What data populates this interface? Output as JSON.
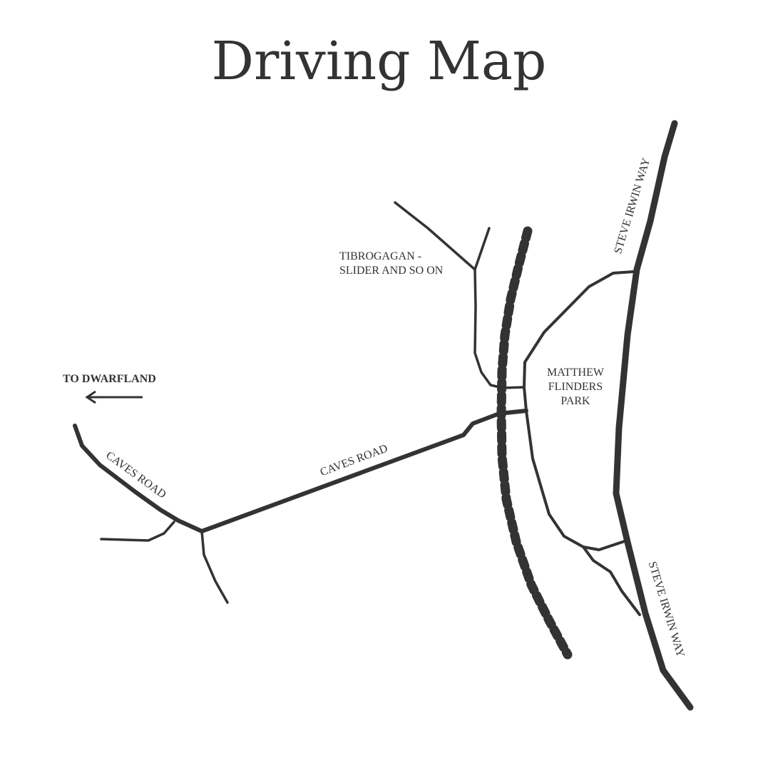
{
  "title": "Driving Map",
  "colors": {
    "ink": "#333333",
    "background": "#ffffff"
  },
  "labels": {
    "to_dwarfland": "TO DWARFLAND",
    "caves_road_west": "CAVES ROAD",
    "caves_road_east": "CAVES ROAD",
    "tibrogagan_line1": "TIBROGAGAN -",
    "tibrogagan_line2": "SLIDER AND SO ON",
    "park_line1": "MATTHEW",
    "park_line2": "FLINDERS",
    "park_line3": "PARK",
    "steve_irwin_north": "STEVE IRWIN WAY",
    "steve_irwin_south": "STEVE IRWIN WAY"
  },
  "icons": {
    "direction_arrow": "arrow-left-icon",
    "railway": "railway-track-icon"
  }
}
